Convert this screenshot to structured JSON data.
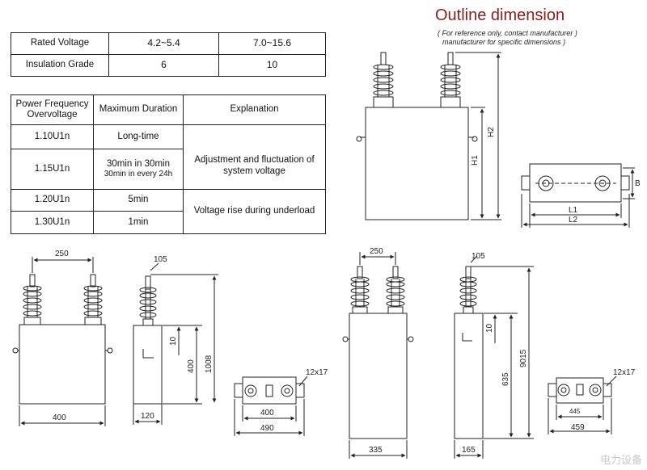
{
  "spec_table": {
    "rows": [
      {
        "label": "Rated Voltage",
        "values": [
          "4.2~5.4",
          "7.0~15.6"
        ]
      },
      {
        "label": "Insulation Grade",
        "values": [
          "6",
          "10"
        ]
      }
    ]
  },
  "overvoltage_table": {
    "headers": [
      "Power Frequency Overvoltage",
      "Maximum Duration",
      "Explanation"
    ],
    "rows": [
      {
        "overvoltage": "1.10U1n",
        "duration": "Long-time"
      },
      {
        "overvoltage": "1.15U1n",
        "duration_line1": "30min in 30min",
        "duration_line2": "30min in every 24h"
      },
      {
        "overvoltage": "1.20U1n",
        "duration": "5min"
      },
      {
        "overvoltage": "1.30U1n",
        "duration": "1min"
      }
    ],
    "explanations": [
      "Adjustment and fluctuation of system voltage",
      "Voltage rise during underload"
    ]
  },
  "outline": {
    "title": "Outline dimension",
    "note_line1": "( For reference only, contact manufacturer )",
    "note_line2": "manufacturer for specific dimensions )"
  },
  "drawing_labels": {
    "h1": "H1",
    "h2": "H2",
    "l1": "L1",
    "l2": "L2",
    "b": "B",
    "d250a": "250",
    "d400": "400",
    "d400h": "400",
    "d1008": "1008",
    "d10a": "10",
    "d105a": "105",
    "d120": "120",
    "d12x17a": "12x17",
    "d400b": "400",
    "d490": "490",
    "d250b": "250",
    "d105b": "105",
    "d10b": "10",
    "d635": "635",
    "d9015": "9015",
    "d335": "335",
    "d165": "165",
    "d12x17b": "12x17",
    "d445": "445",
    "d459": "459"
  },
  "watermark": "电力设备"
}
